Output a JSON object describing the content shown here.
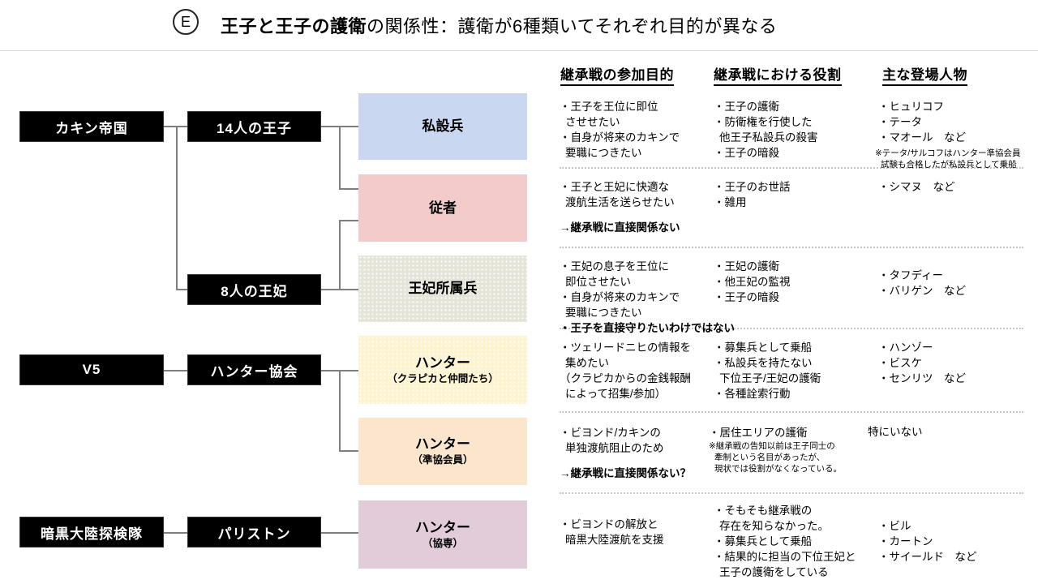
{
  "header": {
    "badge": "E",
    "title_bold": "王子と王子の護衛",
    "title_rest": "の関係性：護衛が6種類いてそれぞれ目的が異なる"
  },
  "org_boxes": {
    "kakin": "カキン帝国",
    "princes": "14人の王子",
    "queens": "8人の王妃",
    "v5": "V5",
    "hunter_assoc": "ハンター協会",
    "dark_continent": "暗黒大陸探検隊",
    "pariston": "パリストン"
  },
  "guards": {
    "private_soldiers": {
      "label": "私設兵",
      "color": "#c9d8f0"
    },
    "servants": {
      "label": "従者",
      "color": "#f4cbcb"
    },
    "queen_soldiers": {
      "label": "王妃所属兵",
      "color": "#e5e4d8"
    },
    "hunters_kurapika": {
      "label": "ハンター",
      "sublabel": "（クラピカと仲間たち）",
      "color": "#fdf3cf"
    },
    "hunters_associate": {
      "label": "ハンター",
      "sublabel": "（準協会員）",
      "color": "#fce5cd"
    },
    "hunters_kyosen": {
      "label": "ハンター",
      "sublabel": "（協専）",
      "color": "#e3ccda"
    }
  },
  "table": {
    "headers": [
      "継承戦の参加目的",
      "継承戦における役割",
      "主な登場人物"
    ],
    "rows": [
      {
        "purpose": [
          "・王子を王位に即位",
          "させせたい",
          "・自身が将来のカキンで",
          "要職につきたい"
        ],
        "role": [
          "・王子の護衛",
          "・防衛権を行使した",
          "他王子私設兵の殺害",
          "・王子の暗殺"
        ],
        "people": [
          "・ヒュリコフ",
          "・テータ",
          "・マオール　など"
        ],
        "people_note": [
          "※テータ/サルコフはハンター準協会員",
          "試験も合格したが私設兵として乗船"
        ]
      },
      {
        "purpose": [
          "・王子と王妃に快適な",
          "渡航生活を送らせたい"
        ],
        "purpose_bold": "→継承戦に直接関係ない",
        "role": [
          "・王子のお世話",
          "・雑用"
        ],
        "people": [
          "・シマヌ　など"
        ]
      },
      {
        "purpose": [
          "・王妃の息子を王位に",
          "即位させたい",
          "・自身が将来のカキンで",
          "要職につきたい"
        ],
        "purpose_bold": "・王子を直接守りたいわけではない",
        "role": [
          "・王妃の護衛",
          "・他王妃の監視",
          "・王子の暗殺"
        ],
        "people": [
          "・タフディー",
          "・バリゲン　など"
        ]
      },
      {
        "purpose": [
          "・ツェリードニヒの情報を",
          "集めたい",
          "（クラピカからの金銭報酬",
          "によって招集/参加）"
        ],
        "role": [
          "・募集兵として乗船",
          "・私設兵を持たない",
          "下位王子/王妃の護衛",
          "・各種詮索行動"
        ],
        "people": [
          "・ハンゾー",
          "・ビスケ",
          "・センリツ　など"
        ]
      },
      {
        "purpose": [
          "・ビヨンド/カキンの",
          "単独渡航阻止のため"
        ],
        "purpose_bold": "→継承戦に直接関係ない？",
        "role": [
          "・居住エリアの護衛"
        ],
        "role_note": [
          "※継承戦の告知以前は王子同士の",
          "牽制という名目があったが、",
          "現状では役割がなくなっている。"
        ],
        "people": [
          "特にいない"
        ]
      },
      {
        "purpose": [
          "・ビヨンドの解放と",
          "暗黒大陸渡航を支援"
        ],
        "role": [
          "・そもそも継承戦の",
          "存在を知らなかった。",
          "・募集兵として乗船",
          "・結果的に担当の下位王妃と",
          "王子の護衛をしている"
        ],
        "people": [
          "・ビル",
          "・カートン",
          "・サイールド　など"
        ]
      }
    ]
  }
}
